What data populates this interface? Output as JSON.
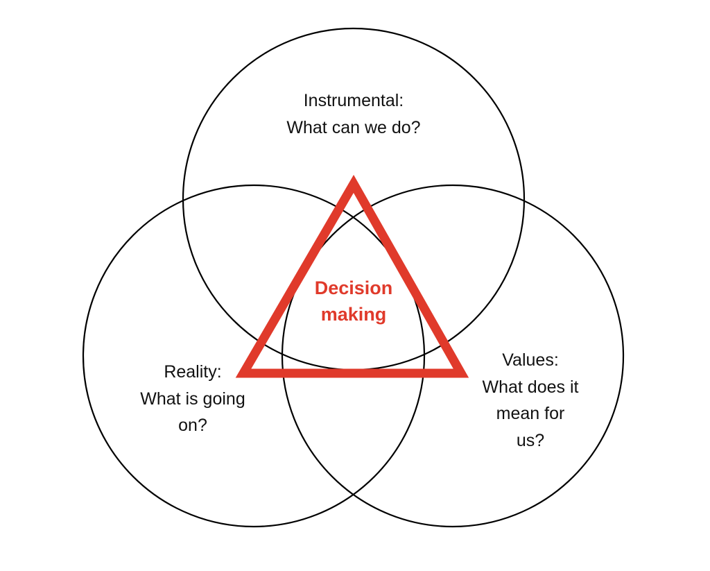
{
  "diagram": {
    "accent_color": "#e03a2b",
    "circle_color": "#000000",
    "center": {
      "line1": "Decision",
      "line2": "making"
    },
    "instrumental": {
      "line1": "Instrumental:",
      "line2": "What can we do?"
    },
    "reality": {
      "line1": "Reality:",
      "line2": "What is going",
      "line3": "on?"
    },
    "values": {
      "line1": "Values:",
      "line2": "What does it",
      "line3": "mean for",
      "line4": "us?"
    }
  }
}
